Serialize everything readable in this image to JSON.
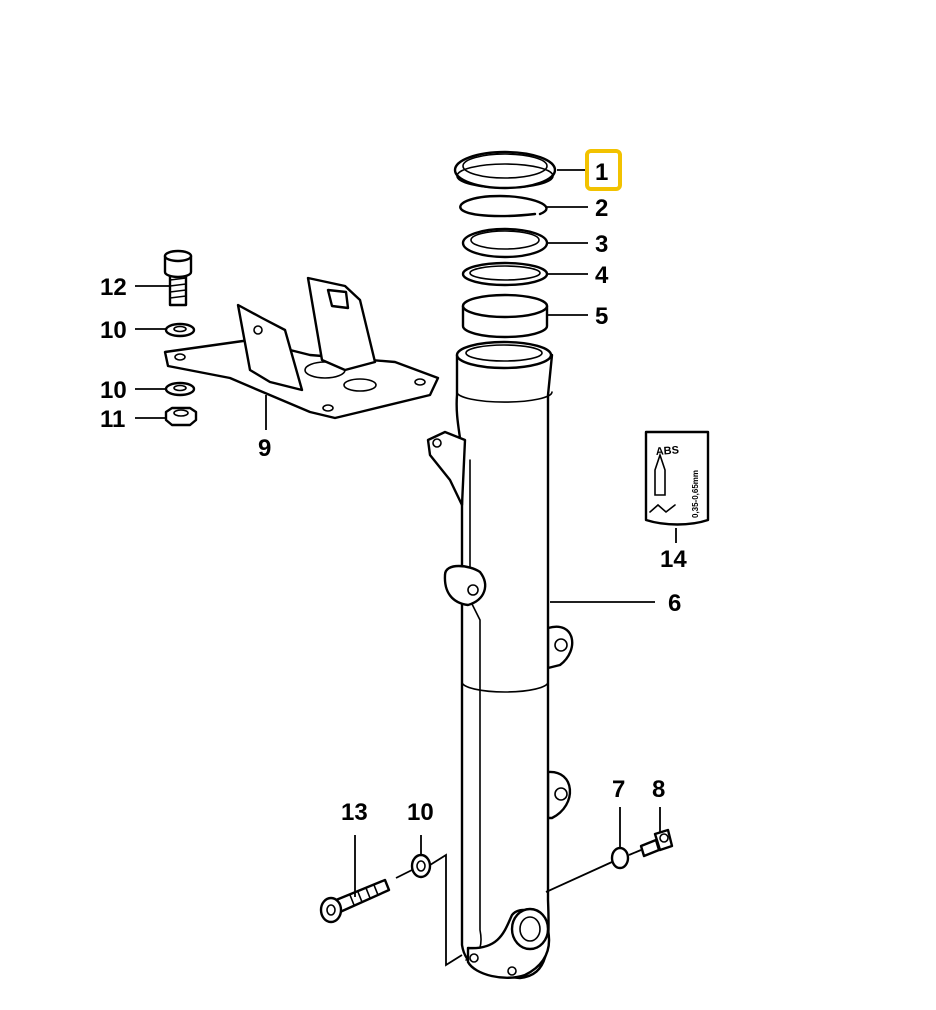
{
  "colors": {
    "highlight": "#f2c200",
    "ink": "#000000",
    "background": "#ffffff"
  },
  "callouts": {
    "c1": "1",
    "c2": "2",
    "c3": "3",
    "c4": "4",
    "c5": "5",
    "c6": "6",
    "c7": "7",
    "c8": "8",
    "c9": "9",
    "c10a": "10",
    "c10b": "10",
    "c10c": "10",
    "c11": "11",
    "c12": "12",
    "c13": "13",
    "c14": "14"
  },
  "label_card": {
    "line1": "ABS",
    "line2": "0,35-0,65mm"
  }
}
